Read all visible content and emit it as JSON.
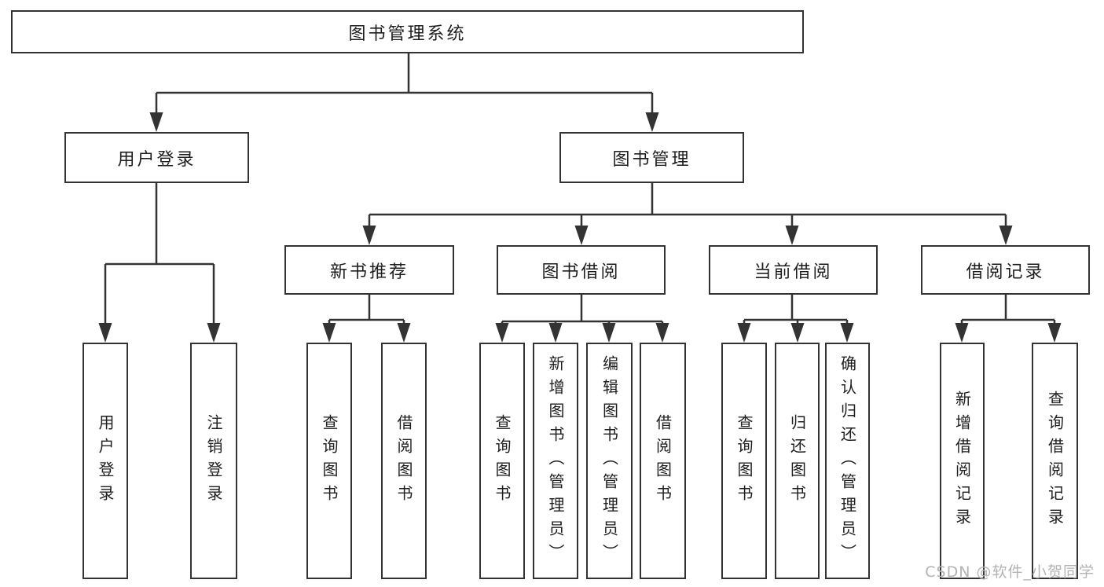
{
  "tree": {
    "label": "图书管理系统",
    "children": [
      {
        "label": "用户登录",
        "children": [
          {
            "label": "用户登录"
          },
          {
            "label": "注销登录"
          }
        ]
      },
      {
        "label": "图书管理",
        "children": [
          {
            "label": "新书推荐",
            "children": [
              {
                "label": "查询图书"
              },
              {
                "label": "借阅图书"
              }
            ]
          },
          {
            "label": "图书借阅",
            "children": [
              {
                "label": "查询图书"
              },
              {
                "label": "新增图书（管理员）"
              },
              {
                "label": "编辑图书（管理员）"
              },
              {
                "label": "借阅图书"
              }
            ]
          },
          {
            "label": "当前借阅",
            "children": [
              {
                "label": "查询图书"
              },
              {
                "label": "归还图书"
              },
              {
                "label": "确认归还（管理员）"
              }
            ]
          },
          {
            "label": "借阅记录",
            "children": [
              {
                "label": "新增借阅记录"
              },
              {
                "label": "查询借阅记录"
              }
            ]
          }
        ]
      }
    ]
  },
  "watermark": {
    "text": "CSDN @软件_小贺同学"
  },
  "colors": {
    "line": "#333333",
    "box_border": "#333333",
    "box_fill": "#ffffff",
    "text": "#1e1e1e",
    "watermark": "#b3b3b3",
    "background": "#ffffff"
  }
}
